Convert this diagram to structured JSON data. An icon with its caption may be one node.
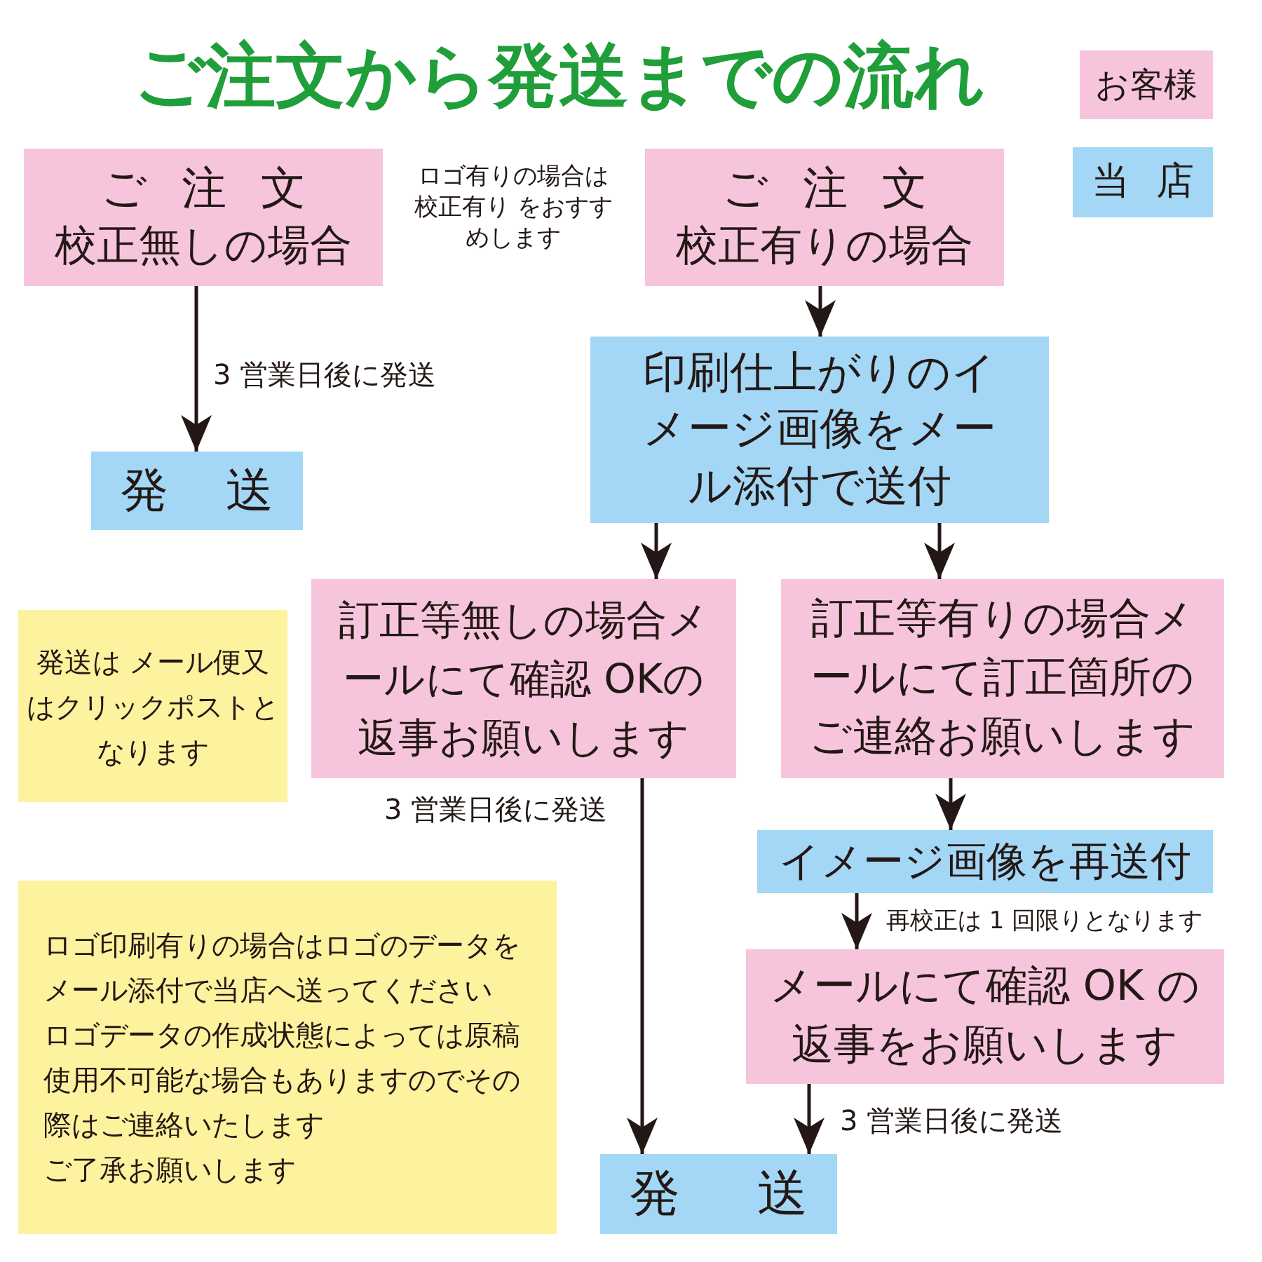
{
  "diagram": {
    "title": "ご注文から発送までの流れ",
    "nodes": [
      {
        "text": [
          "ご 注 文",
          "校正無しの場合"
        ]
      },
      {
        "text": [
          "ご 注 文",
          "校正有りの場合"
        ]
      },
      {
        "text": [
          "印刷仕上がりのイメージ画像をメール添付で送付"
        ]
      },
      {
        "text": [
          "発 送"
        ]
      },
      {
        "text": [
          "発送は メール便又はクリックポストとなります"
        ]
      },
      {
        "text": [
          "訂正等無しの場合メールにて確認 OKの返事お願いします"
        ]
      },
      {
        "text": [
          "訂正等有りの場合メールにて訂正箇所のご連絡お願いします"
        ]
      },
      {
        "text": [
          "イメージ画像を再送付"
        ]
      },
      {
        "text": [
          "ロゴ印刷有りの場合はロゴのデータをメール添付で当店へ送ってください",
          "ロゴデータの作成状態によっては原稿使用不可能な場合もありますのでその際はご連絡いたします",
          "ご了承お願いします"
        ]
      },
      {
        "text": [
          "メールにて確認 OK の返事をお願いします"
        ]
      },
      {
        "text": [
          "発 送"
        ]
      }
    ],
    "edges": [
      {
        "from": 0,
        "to": 3,
        "arrow": "to",
        "label": "3 営業日後に発送"
      },
      {
        "from": 1,
        "to": 2,
        "arrow": "to"
      },
      {
        "from": 2,
        "to": 5,
        "arrow": "to"
      },
      {
        "from": 2,
        "to": 6,
        "arrow": "to"
      },
      {
        "from": 5,
        "to": 10,
        "arrow": "to",
        "label": "3 営業日後に発送"
      },
      {
        "from": 6,
        "to": 7,
        "arrow": "to"
      },
      {
        "from": 7,
        "to": 9,
        "arrow": "to",
        "label": "再校正は 1 回限りとなります"
      },
      {
        "from": 9,
        "to": 10,
        "arrow": "to",
        "label": "3 営業日後に発送"
      }
    ],
    "labels": [
      "ロゴ有りの場合は校正有り をおすすめします"
    ],
    "legend": [
      {
        "text": "お客様",
        "color": "#f6c5dc"
      },
      {
        "text": "当 店",
        "color": "#a3d7f5"
      }
    ]
  }
}
